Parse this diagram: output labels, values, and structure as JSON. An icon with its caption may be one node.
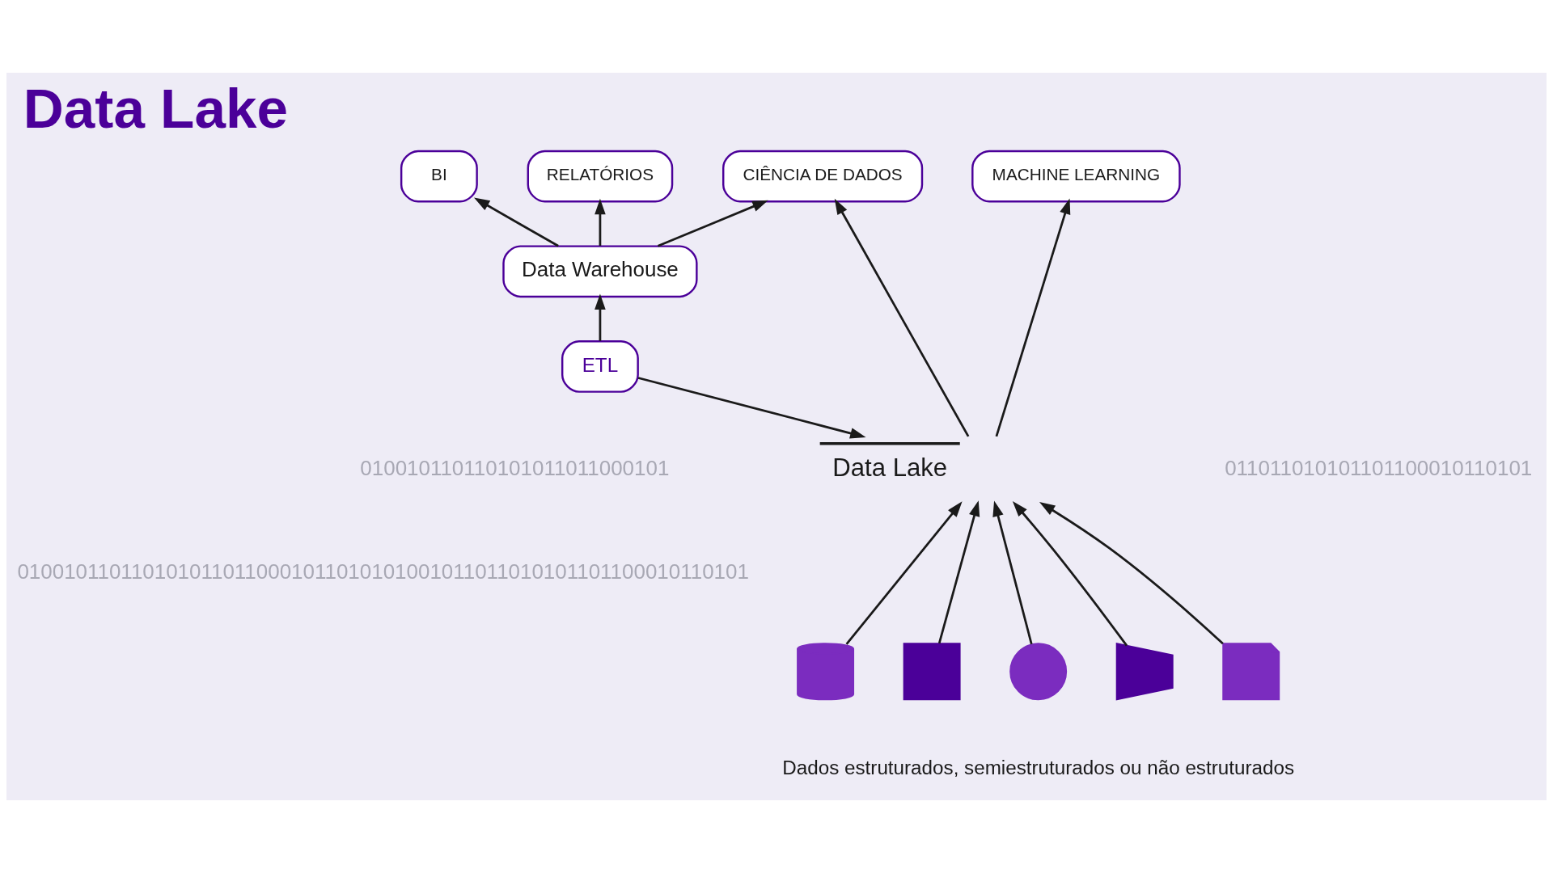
{
  "diagram": {
    "title": "Data Lake",
    "nodes": [
      {
        "text": [
          "BI"
        ]
      },
      {
        "text": [
          "RELATÓRIOS"
        ]
      },
      {
        "text": [
          "CIÊNCIA DE DADOS"
        ]
      },
      {
        "text": [
          "MACHINE LEARNING"
        ]
      },
      {
        "text": [
          "Data Warehouse"
        ]
      },
      {
        "text": [
          "ETL"
        ]
      },
      {
        "text": [
          "Data Lake"
        ]
      },
      {
        "text": [],
        "shape": "cylinder"
      },
      {
        "text": [],
        "shape": "box"
      },
      {
        "text": [],
        "shape": "circle"
      },
      {
        "text": [],
        "shape": "trapezium"
      },
      {
        "text": [],
        "shape": "box"
      }
    ],
    "edges": [
      {
        "from": 4,
        "to": 0,
        "arrow": "to"
      },
      {
        "from": 4,
        "to": 1,
        "arrow": "to"
      },
      {
        "from": 4,
        "to": 2,
        "arrow": "to"
      },
      {
        "from": 6,
        "to": 2,
        "arrow": "to"
      },
      {
        "from": 6,
        "to": 3,
        "arrow": "to"
      },
      {
        "from": 5,
        "to": 4,
        "arrow": "to"
      },
      {
        "from": 5,
        "to": 6,
        "arrow": "to"
      },
      {
        "from": 7,
        "to": 6,
        "arrow": "to"
      },
      {
        "from": 8,
        "to": 6,
        "arrow": "to"
      },
      {
        "from": 9,
        "to": 6,
        "arrow": "to"
      },
      {
        "from": 10,
        "to": 6,
        "arrow": "to"
      },
      {
        "from": 11,
        "to": 6,
        "arrow": "to"
      }
    ],
    "labels": [
      "010010110110101011011000101",
      "011011010101101100010110101",
      "0100101101101010110110001011010101001011011010101101100010110101",
      "Dados estruturados, semiestruturados ou não estruturados"
    ]
  }
}
